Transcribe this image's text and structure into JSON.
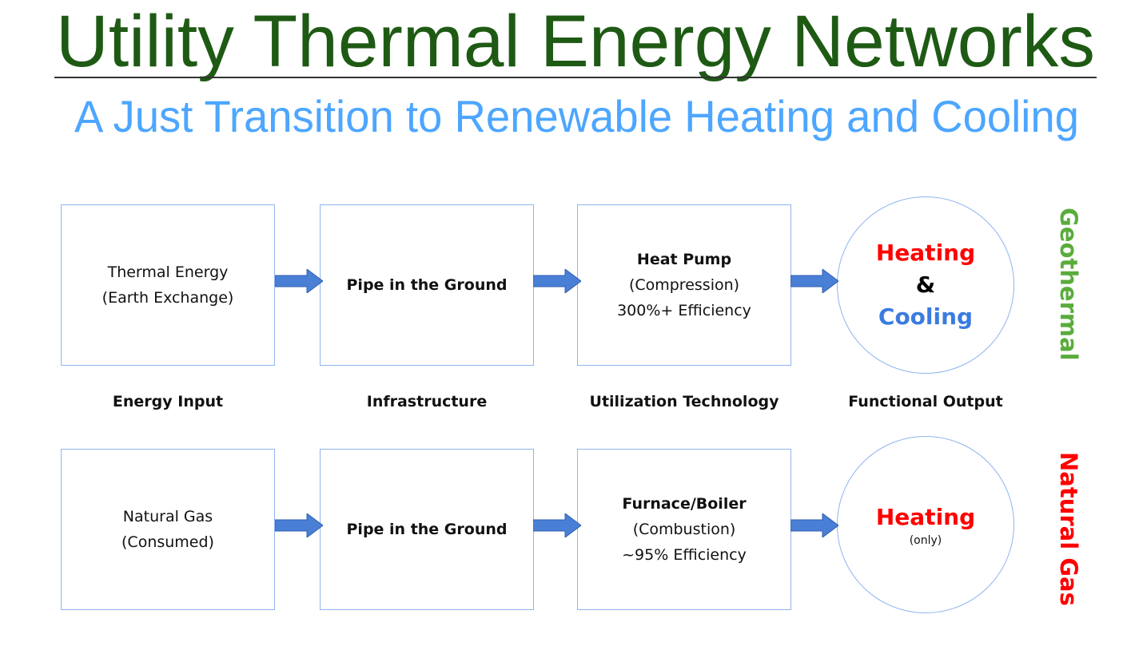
{
  "header": {
    "title": "Utility Thermal Energy Networks",
    "subtitle": "A Just Transition to  Renewable Heating and Cooling"
  },
  "columns": [
    "Energy Input",
    "Infrastructure",
    "Utilization Technology",
    "Functional Output"
  ],
  "geothermal": {
    "label": "Geothermal",
    "input": {
      "line1": "Thermal Energy",
      "line2": "(Earth Exchange)"
    },
    "infrastructure": "Pipe in the Ground",
    "technology": {
      "name": "Heat Pump",
      "process": "(Compression)",
      "efficiency": "300%+ Efficiency"
    },
    "output": {
      "heating": "Heating",
      "and": "&",
      "cooling": "Cooling"
    }
  },
  "natural_gas": {
    "label": "Natural Gas",
    "input": {
      "line1": "Natural Gas",
      "line2": "(Consumed)"
    },
    "infrastructure": "Pipe in the Ground",
    "technology": {
      "name": "Furnace/Boiler",
      "process": "(Combustion)",
      "efficiency": "~95% Efficiency"
    },
    "output": {
      "heating": "Heating",
      "note": "(only)"
    }
  },
  "colors": {
    "title": "#1e5a14",
    "subtitle": "#4da6ff",
    "geothermal": "#5aac3c",
    "natural_gas": "#ff0000",
    "arrow": "#4a7fd6",
    "border": "#8fb4f0"
  }
}
